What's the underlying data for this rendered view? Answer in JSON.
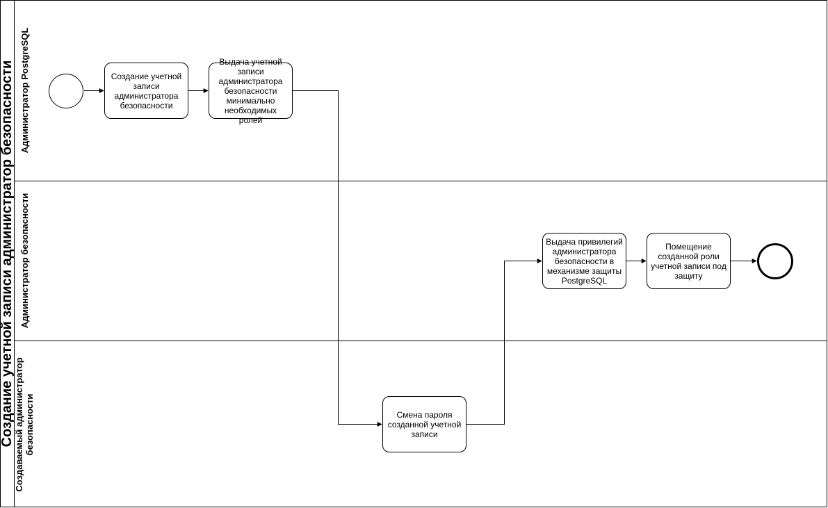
{
  "pool": {
    "title": "Создание учетной записи администратор безопасности"
  },
  "lanes": [
    {
      "label": "Администратор PostgreSQL"
    },
    {
      "label": "Администратор безопасности"
    },
    {
      "label": "Создаваемый администратор безопасности"
    }
  ],
  "tasks": [
    {
      "label": "Создание учетной записи администратора безопасности"
    },
    {
      "label": "Выдача учетной записи администратора безопасности минимально необходимых ролей"
    },
    {
      "label": "Смена пароля созданной учетной записи"
    },
    {
      "label": "Выдача привилегий администратора безопасности в механизме защиты PostgreSQL"
    },
    {
      "label": "Помещение созданной роли учетной записи под защиту"
    }
  ],
  "events": {
    "start": "start-event",
    "end": "end-event"
  },
  "colors": {
    "stroke": "#000000",
    "background": "#ffffff"
  }
}
